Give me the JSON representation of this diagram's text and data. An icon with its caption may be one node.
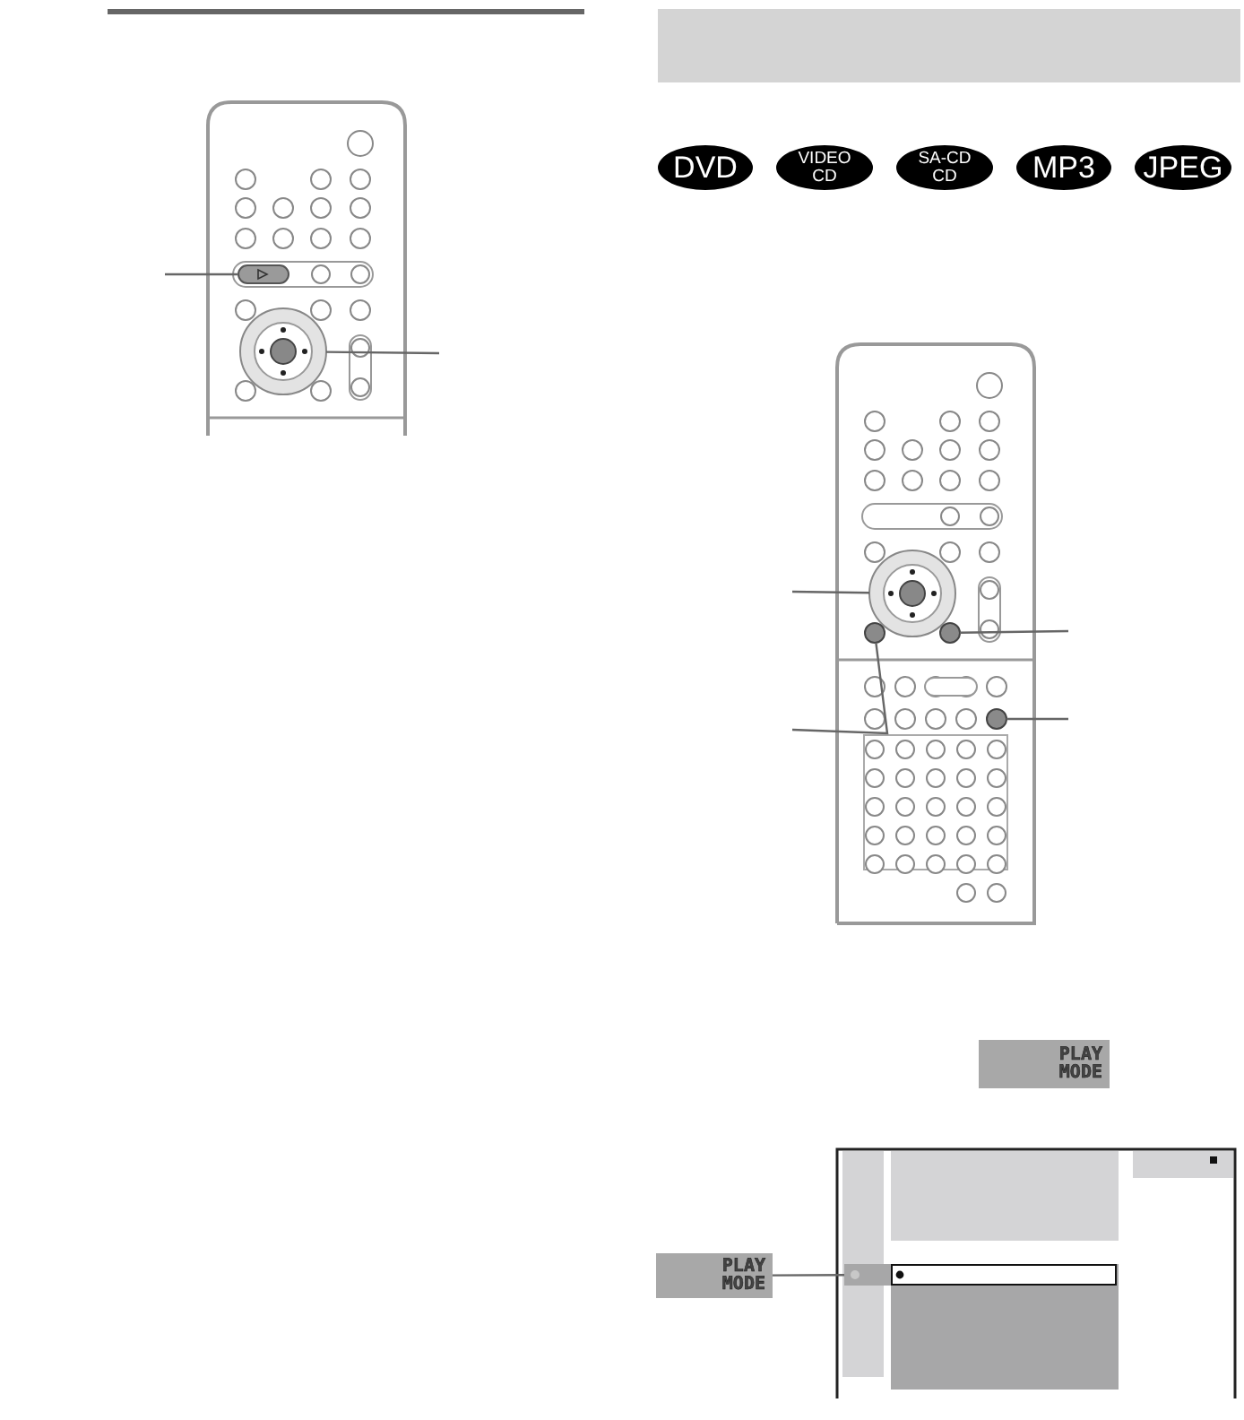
{
  "diagram": {
    "nodes": [
      {
        "text": [],
        "shape": "button"
      },
      {
        "text": [],
        "shape": "circle"
      },
      {
        "text": [
          "DVD"
        ]
      },
      {
        "text": [
          "VIDEO CD"
        ]
      },
      {
        "text": [
          "SA-CD CD"
        ]
      },
      {
        "text": [
          "MP3"
        ]
      },
      {
        "text": [
          "JPEG"
        ]
      },
      {
        "text": [],
        "shape": "circle"
      },
      {
        "text": [],
        "shape": "circle"
      },
      {
        "text": [],
        "shape": "circle"
      },
      {
        "text": [],
        "shape": "circle"
      },
      {
        "text": [
          "PLAY MODE"
        ]
      },
      {
        "text": [
          "PLAY MODE"
        ]
      },
      {
        "text": [],
        "shape": "box"
      }
    ],
    "edges": [
      {
        "from": null,
        "to": 0,
        "arrow": "none"
      },
      {
        "from": null,
        "to": 1,
        "arrow": "none"
      },
      {
        "from": null,
        "to": 7,
        "arrow": "none"
      },
      {
        "from": null,
        "to": 8,
        "arrow": "none"
      },
      {
        "from": null,
        "to": 9,
        "arrow": "none"
      },
      {
        "from": null,
        "to": 10,
        "arrow": "none"
      },
      {
        "from": 12,
        "to": 13,
        "arrow": "none"
      }
    ]
  }
}
